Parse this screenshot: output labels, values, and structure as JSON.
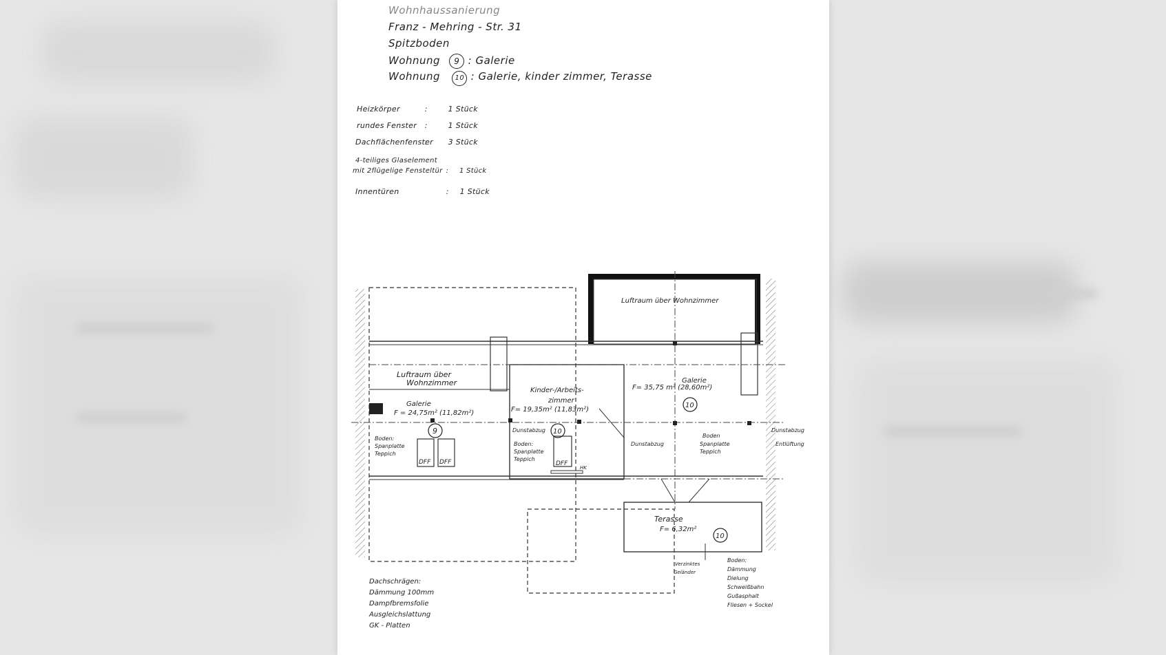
{
  "header": {
    "line_top": "Wohnhaussanierung",
    "address": "Franz - Mehring - Str. 31",
    "floor": "Spitzboden",
    "apt9_prefix": "Wohnung",
    "apt9_num": "9",
    "apt9_text": ": Galerie",
    "apt10_prefix": "Wohnung",
    "apt10_num": "10",
    "apt10_text": ": Galerie, kinder zimmer, Terasse"
  },
  "inventory": [
    {
      "item": "Heizkörper",
      "sep": ":",
      "qty": "1 Stück"
    },
    {
      "item": "rundes Fenster",
      "sep": ":",
      "qty": "1 Stück"
    },
    {
      "item": "Dachflächenfenster",
      "sep": ":",
      "qty": "3 Stück"
    },
    {
      "item": "4-teiliges Glaselement",
      "sep": "",
      "qty": ""
    },
    {
      "item": "mit 2flügelige Fensteltür",
      "sep": ":",
      "qty": "1 Stück"
    },
    {
      "item": "Innentüren",
      "sep": ":",
      "qty": "1 Stück"
    }
  ],
  "plan": {
    "luftraum_wohn": "Luftraum über Wohnzimmer",
    "luftraum_left_1": "Luftraum über",
    "luftraum_left_2": "Wohnzimmer",
    "galerie9_title": "Galerie",
    "galerie9_area": "F = 24,75m² (11,82m²)",
    "galerie9_num": "9",
    "galerie9_floor_1": "Boden:",
    "galerie9_floor_2": "Spanplatte",
    "galerie9_floor_3": "Teppich",
    "dff": "DFF",
    "kinder_title_1": "Kinder-/Arbeits-",
    "kinder_title_2": "zimmer",
    "kinder_area": "F= 19,35m² (11,83m²)",
    "kinder_num": "10",
    "dunstabzug": "Dunstabzug",
    "kinder_floor_1": "Boden:",
    "kinder_floor_2": "Spanplatte",
    "kinder_floor_3": "Teppich",
    "hk": "HK",
    "galerie10_area": "F= 35,75 m² (28,60m²)",
    "galerie10_title": "Galerie",
    "galerie10_num": "10",
    "galerie10_floor_1": "Boden",
    "galerie10_floor_2": "Spanplatte",
    "galerie10_floor_3": "Teppich",
    "dunstabzug_right": "Dunstabzug",
    "entlueftung": "Entlüftung",
    "terasse_title": "Terasse",
    "terasse_area": "F= 6,32m²",
    "terasse_num": "10",
    "gelaender_1": "Verzinktes",
    "gelaender_2": "Geländer"
  },
  "notes_left": {
    "title": "Dachschrägen:",
    "l1": "Dämmung 100mm",
    "l2": "Dampfbremsfolie",
    "l3": "Ausgleichslattung",
    "l4": "GK - Platten"
  },
  "notes_right": {
    "title": "Boden:",
    "l1": "Dämmung",
    "l2": "Dielung",
    "l3": "Schweißbahn",
    "l4": "Gußasphalt",
    "l5": "Fliesen + Sockel"
  }
}
